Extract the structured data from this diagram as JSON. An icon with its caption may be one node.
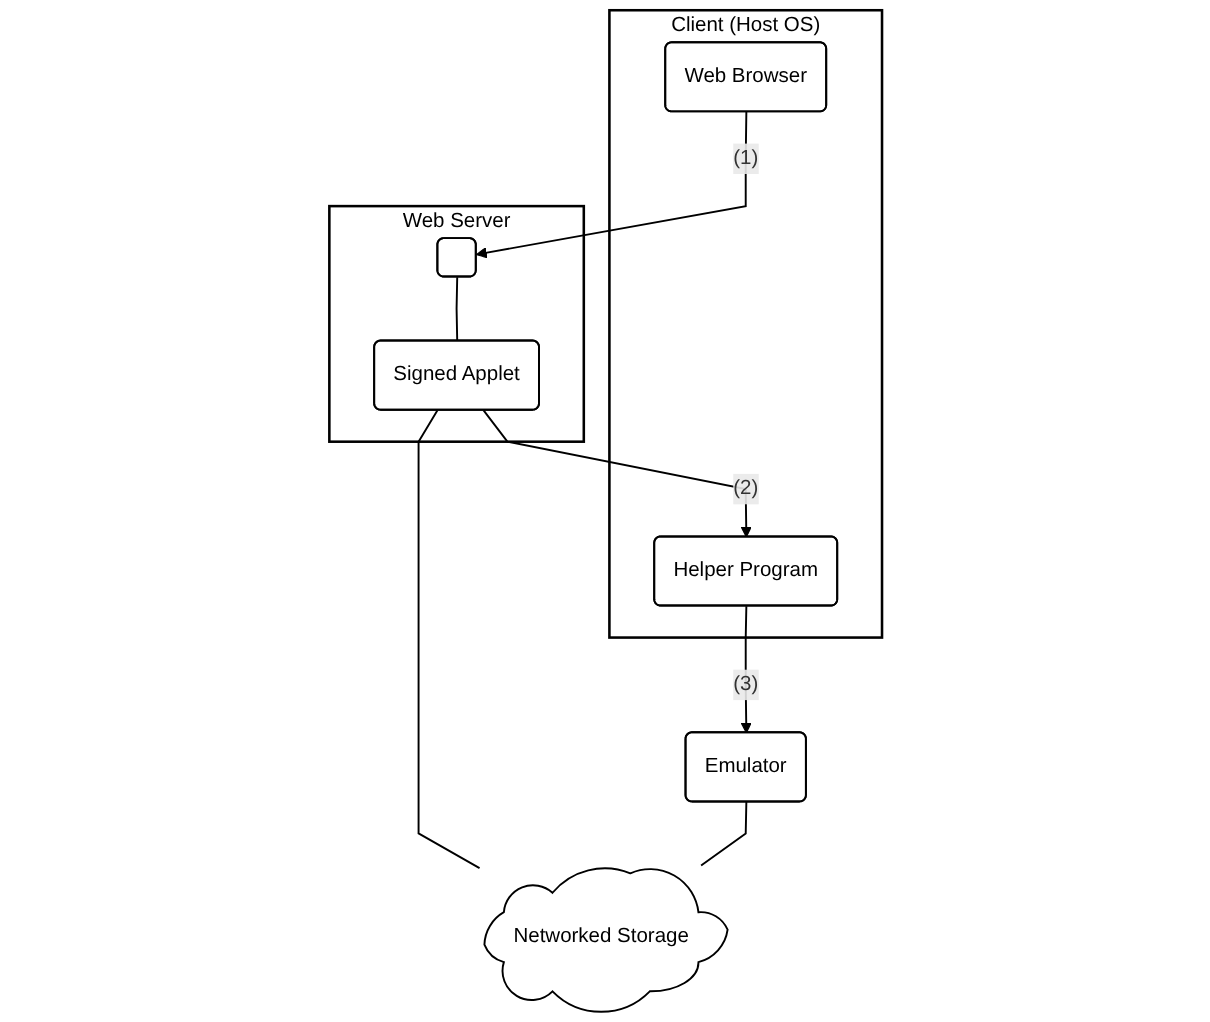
{
  "diagram": {
    "nodes": [
      {
        "text": [
          "Client (Host OS)"
        ]
      },
      {
        "text": [
          "Web Browser"
        ],
        "in": 0
      },
      {
        "text": [
          "Helper Program"
        ],
        "in": 0
      },
      {
        "text": [
          "Web Server"
        ]
      },
      {
        "text": [],
        "shape": "box",
        "in": 3
      },
      {
        "text": [
          "Signed Applet"
        ],
        "in": 3
      },
      {
        "text": [
          "Emulator"
        ]
      },
      {
        "text": [
          "Networked Storage"
        ]
      }
    ],
    "edges": [
      {
        "from": 1,
        "to": 4,
        "label": "(1)",
        "arrow": "to"
      },
      {
        "from": 4,
        "to": 5,
        "arrow": "none"
      },
      {
        "from": 5,
        "to": 2,
        "label": "(2)",
        "arrow": "to"
      },
      {
        "from": 2,
        "to": 6,
        "label": "(3)",
        "arrow": "to"
      },
      {
        "from": 5,
        "to": 7,
        "arrow": "none"
      },
      {
        "from": 6,
        "to": 7,
        "arrow": "none"
      }
    ]
  }
}
